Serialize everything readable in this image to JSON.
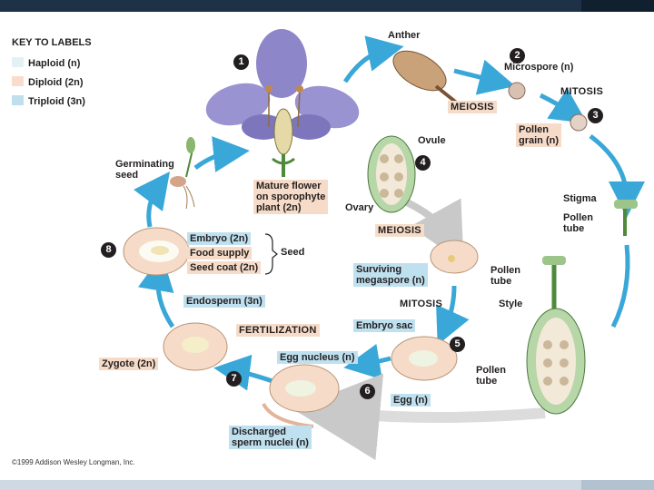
{
  "key": {
    "title": "KEY TO LABELS",
    "items": [
      {
        "text": "Haploid (n)",
        "color": "#e3f1f7"
      },
      {
        "text": "Diploid (2n)",
        "color": "#f9dccb"
      },
      {
        "text": "Triploid (3n)",
        "color": "#bfdfec"
      }
    ]
  },
  "labels": {
    "anther": "Anther",
    "microspore": "Microspore (n)",
    "mitosis_top": "MITOSIS",
    "meiosis_top": "MEIOSIS",
    "pollen_grain_1": "Pollen",
    "pollen_grain_2": "grain (n)",
    "ovule": "Ovule",
    "germinating_1": "Germinating",
    "germinating_2": "seed",
    "mature_1": "Mature flower",
    "mature_2": "on sporophyte",
    "mature_3": "plant (2n)",
    "ovary": "Ovary",
    "stigma": "Stigma",
    "pollen_tube_r1": "Pollen",
    "pollen_tube_r2": "tube",
    "meiosis_mid": "MEIOSIS",
    "embryo": "Embryo (2n)",
    "food_supply": "Food supply",
    "seed_coat": "Seed coat (2n)",
    "seed": "Seed",
    "surviving_1": "Surviving",
    "surviving_2": "megaspore (n)",
    "pollen_tube_m1": "Pollen",
    "pollen_tube_m2": "tube",
    "style": "Style",
    "endosperm": "Endosperm (3n)",
    "mitosis_mid": "MITOSIS",
    "fertilization": "FERTILIZATION",
    "embryo_sac": "Embryo sac",
    "zygote": "Zygote (2n)",
    "egg_nucleus": "Egg nucleus (n)",
    "pollen_tube_b1": "Pollen",
    "pollen_tube_b2": "tube",
    "egg": "Egg (n)",
    "discharged_1": "Discharged",
    "discharged_2": "sperm nuclei (n)"
  },
  "steps": [
    "1",
    "2",
    "3",
    "4",
    "5",
    "6",
    "7",
    "8"
  ],
  "copyright": "©1999 Addison Wesley Longman, Inc.",
  "colors": {
    "arrow_blue": "#3aa7d9",
    "arrow_gray": "#c9c9c9",
    "flower_purple": "#8d86c9",
    "diploid_pink": "#f6dcc8",
    "triploid_blue": "#bfe0ef"
  }
}
